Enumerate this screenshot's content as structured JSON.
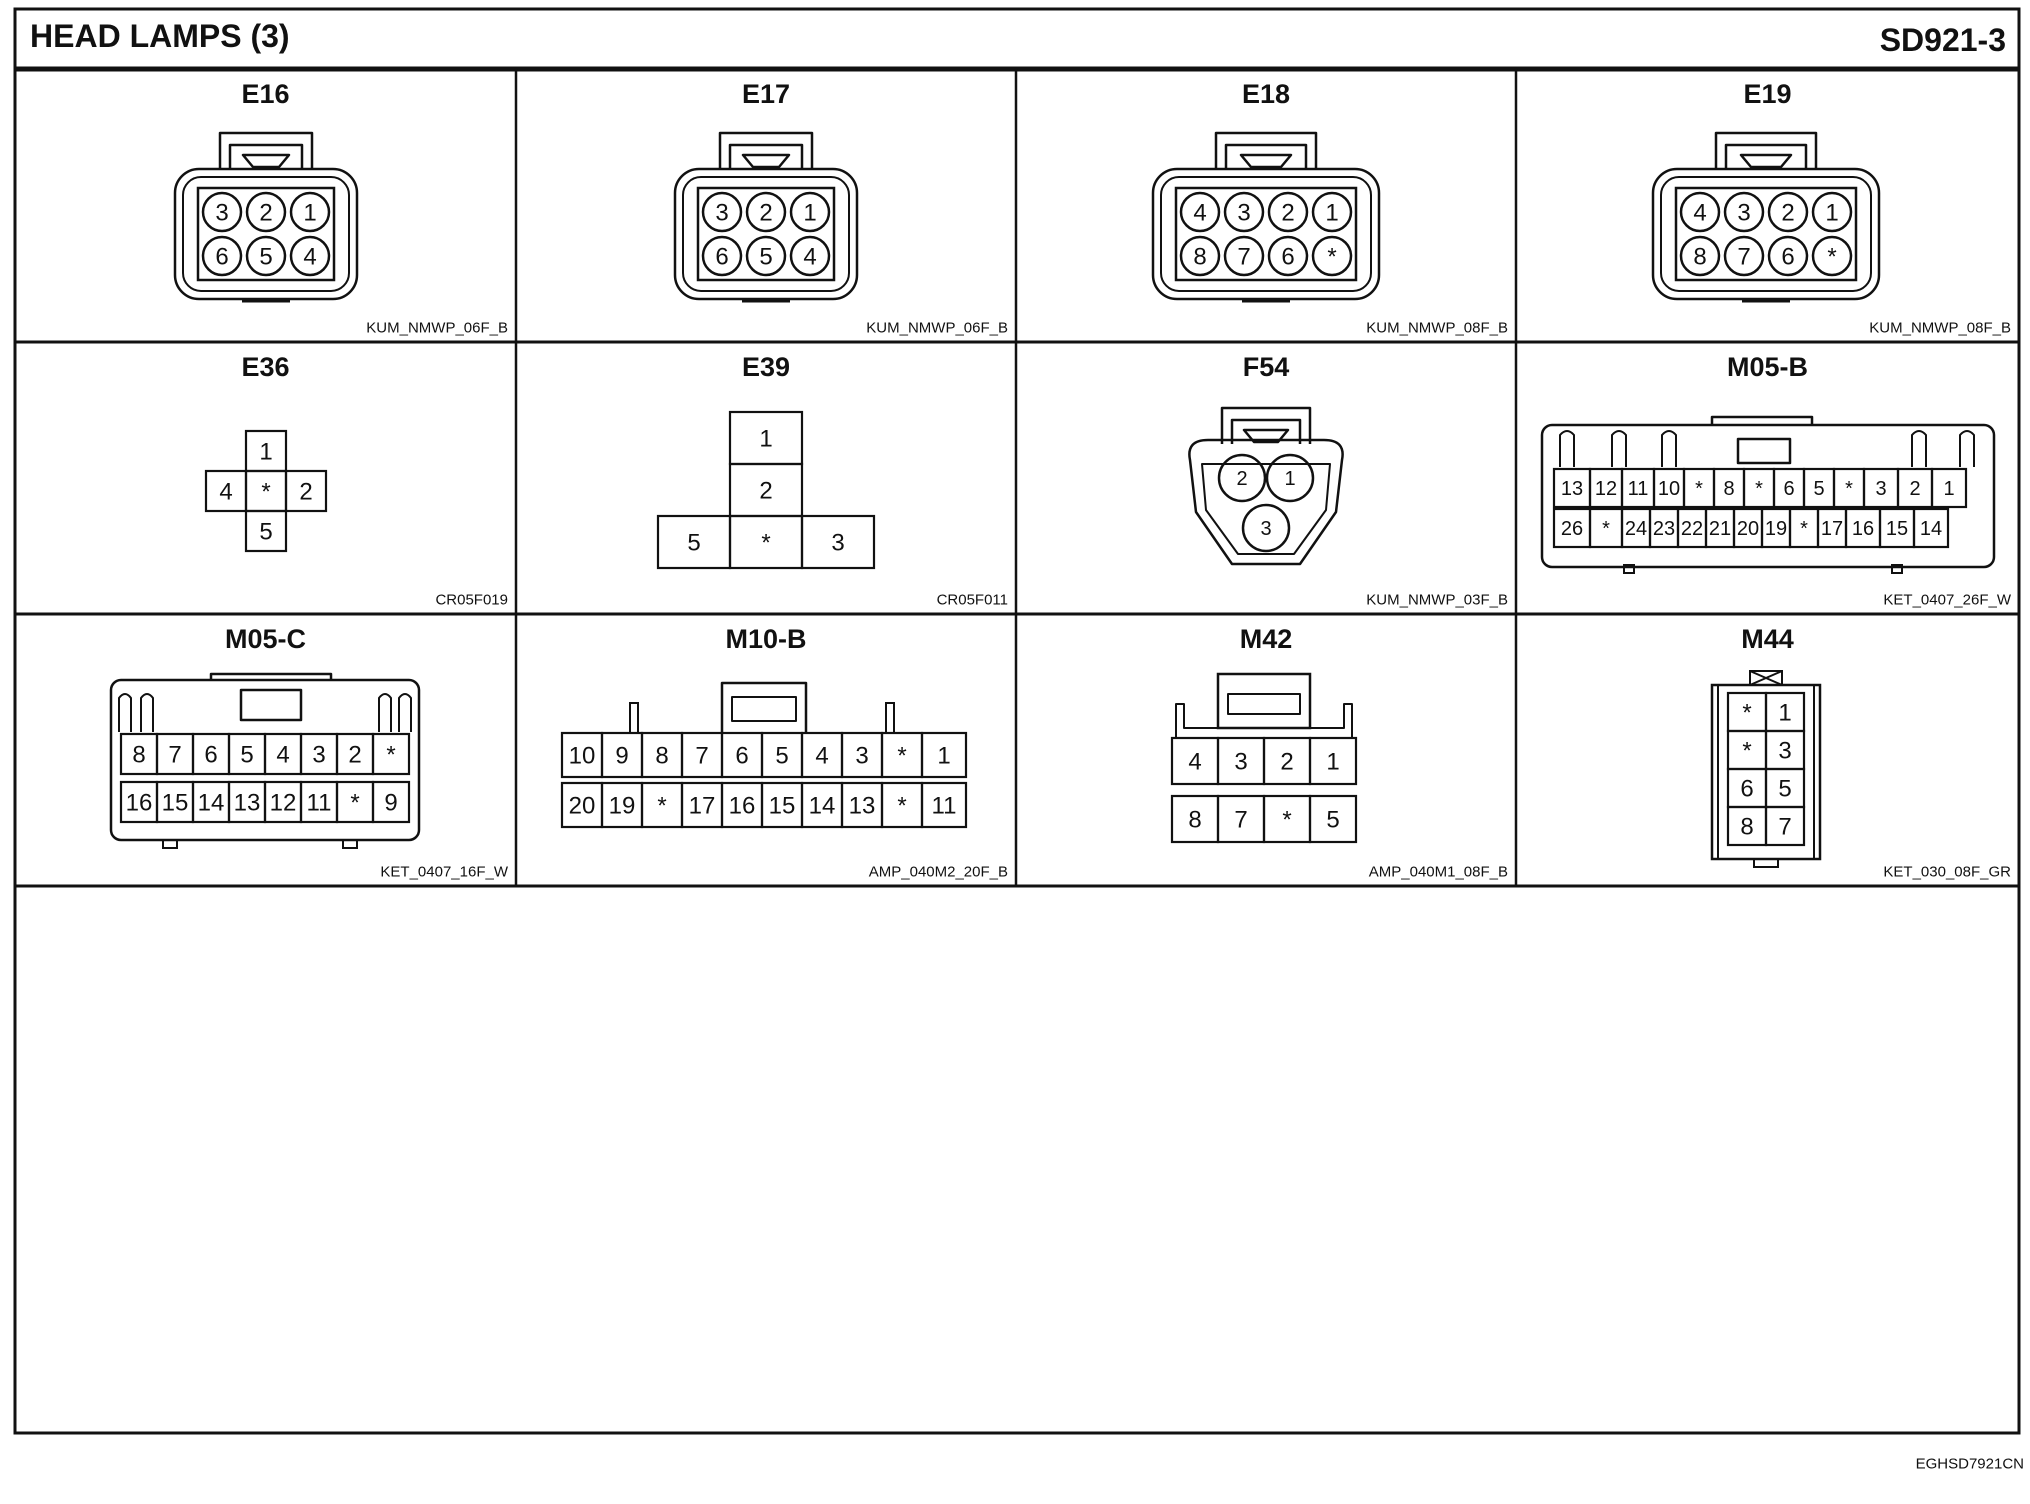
{
  "header": {
    "title": "HEAD LAMPS (3)",
    "code": "SD921-3"
  },
  "footer": {
    "code": "EGHSD7921CN"
  },
  "connectors": [
    {
      "id": "E16",
      "part": "KUM_NMWP_06F_B",
      "pins": [
        "3",
        "2",
        "1",
        "6",
        "5",
        "4"
      ]
    },
    {
      "id": "E17",
      "part": "KUM_NMWP_06F_B",
      "pins": [
        "3",
        "2",
        "1",
        "6",
        "5",
        "4"
      ]
    },
    {
      "id": "E18",
      "part": "KUM_NMWP_08F_B",
      "pins": [
        "4",
        "3",
        "2",
        "1",
        "8",
        "7",
        "6",
        "*"
      ]
    },
    {
      "id": "E19",
      "part": "KUM_NMWP_08F_B",
      "pins": [
        "4",
        "3",
        "2",
        "1",
        "8",
        "7",
        "6",
        "*"
      ]
    },
    {
      "id": "E36",
      "part": "CR05F019",
      "pins": [
        "1",
        "4",
        "*",
        "2",
        "5"
      ]
    },
    {
      "id": "E39",
      "part": "CR05F011",
      "pins": [
        "1",
        "2",
        "5",
        "*",
        "3"
      ]
    },
    {
      "id": "F54",
      "part": "KUM_NMWP_03F_B",
      "pins": [
        "2",
        "1",
        "3"
      ]
    },
    {
      "id": "M05-B",
      "part": "KET_0407_26F_W",
      "pins": [
        "13",
        "12",
        "11",
        "10",
        "*",
        "8",
        "*",
        "6",
        "5",
        "*",
        "3",
        "2",
        "1",
        "26",
        "*",
        "24",
        "23",
        "22",
        "21",
        "20",
        "19",
        "*",
        "17",
        "16",
        "15",
        "14"
      ]
    },
    {
      "id": "M05-C",
      "part": "KET_0407_16F_W",
      "pins": [
        "8",
        "7",
        "6",
        "5",
        "4",
        "3",
        "2",
        "*",
        "16",
        "15",
        "14",
        "13",
        "12",
        "11",
        "*",
        "9"
      ]
    },
    {
      "id": "M10-B",
      "part": "AMP_040M2_20F_B",
      "pins": [
        "10",
        "9",
        "8",
        "7",
        "6",
        "5",
        "4",
        "3",
        "*",
        "1",
        "20",
        "19",
        "*",
        "17",
        "16",
        "15",
        "14",
        "13",
        "*",
        "11"
      ]
    },
    {
      "id": "M42",
      "part": "AMP_040M1_08F_B",
      "pins": [
        "4",
        "3",
        "2",
        "1",
        "8",
        "7",
        "*",
        "5"
      ]
    },
    {
      "id": "M44",
      "part": "KET_030_08F_GR",
      "pins": [
        "*",
        "1",
        "*",
        "3",
        "6",
        "5",
        "8",
        "7"
      ]
    }
  ]
}
